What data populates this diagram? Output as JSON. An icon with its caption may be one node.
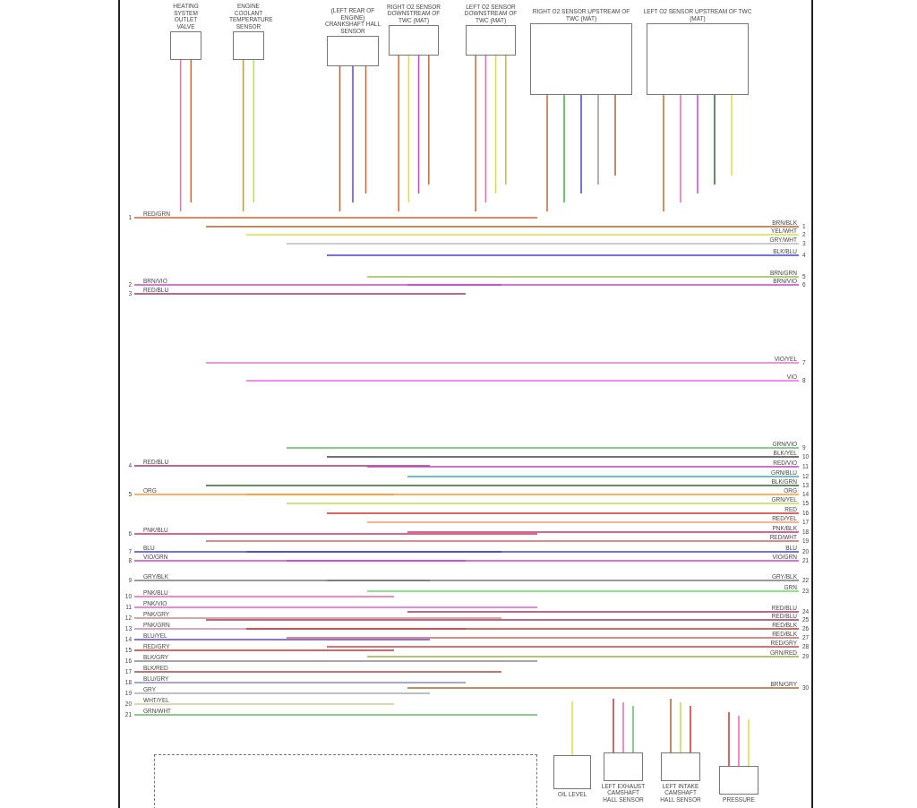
{
  "diagram": {
    "nodes": [
      {
        "text": [
          "HEATING SYSTEM OUTLET VALVE"
        ]
      },
      {
        "text": [
          "ENGINE COOLANT TEMPERATURE SENSOR"
        ]
      },
      {
        "text": [
          "(LEFT REAR OF ENGINE) CRANKSHAFT HALL SENSOR"
        ]
      },
      {
        "text": [
          "RIGHT O2 SENSOR DOWNSTREAM OF TWC (MAT)"
        ]
      },
      {
        "text": [
          "LEFT O2 SENSOR DOWNSTREAM OF TWC (MAT)"
        ]
      },
      {
        "text": [
          "RIGHT O2 SENSOR UPSTREAM OF TWC (MAT)"
        ]
      },
      {
        "text": [
          "LEFT O2 SENSOR UPSTREAM OF TWC (MAT)"
        ]
      },
      {
        "text": [],
        "shape": "box"
      },
      {
        "text": [
          "OIL LEVEL"
        ]
      },
      {
        "text": [
          "LEFT EXHAUST CAMSHAFT HALL SENSOR"
        ]
      },
      {
        "text": [
          "LEFT INTAKE CAMSHAFT HALL SENSOR"
        ]
      },
      {
        "text": [
          "PRESSURE"
        ]
      }
    ],
    "labels": [
      "RED/GRN",
      "1",
      "BRN/VIO",
      "2",
      "RED/BLU",
      "3",
      "RED/BLU",
      "4",
      "ORG",
      "5",
      "PNK/BLU",
      "6",
      "BLU",
      "7",
      "VIO/GRN",
      "8",
      "GRY/BLK",
      "9",
      "PNK/BLU",
      "10",
      "PNK/VIO",
      "11",
      "PNK/GRY",
      "12",
      "PNK/GRN",
      "13",
      "BLU/YEL",
      "14",
      "RED/GRY",
      "15",
      "BLK/GRY",
      "16",
      "BLK/RED",
      "17",
      "BLU/GRY",
      "18",
      "GRY",
      "19",
      "WHT/YEL",
      "20",
      "GRN/WHT",
      "21",
      "BRN/BLK",
      "1",
      "YEL/WHT",
      "2",
      "GRY/WHT",
      "3",
      "BLK/BLU",
      "4",
      "BRN/GRN",
      "5",
      "BRN/VIO",
      "6",
      "VIO/YEL",
      "7",
      "VIO",
      "8",
      "GRN/VIO",
      "9",
      "BLK/YEL",
      "10",
      "RED/VIO",
      "11",
      "GRN/BLU",
      "12",
      "BLK/GRN",
      "13",
      "ORG",
      "14",
      "GRN/YEL",
      "15",
      "RED",
      "16",
      "RED/YEL",
      "17",
      "PNK/BLK",
      "18",
      "RED/WHT",
      "19",
      "BLU",
      "20",
      "VIO/GRN",
      "21",
      "GRY/BLK",
      "22",
      "GRN",
      "23",
      "RED/BLU",
      "24",
      "RED/BLU",
      "25",
      "RED/BLK",
      "26",
      "RED/BLK",
      "27",
      "RED/GRY",
      "28",
      "GRN/RED",
      "29",
      "BRN/GRY",
      "30"
    ]
  }
}
